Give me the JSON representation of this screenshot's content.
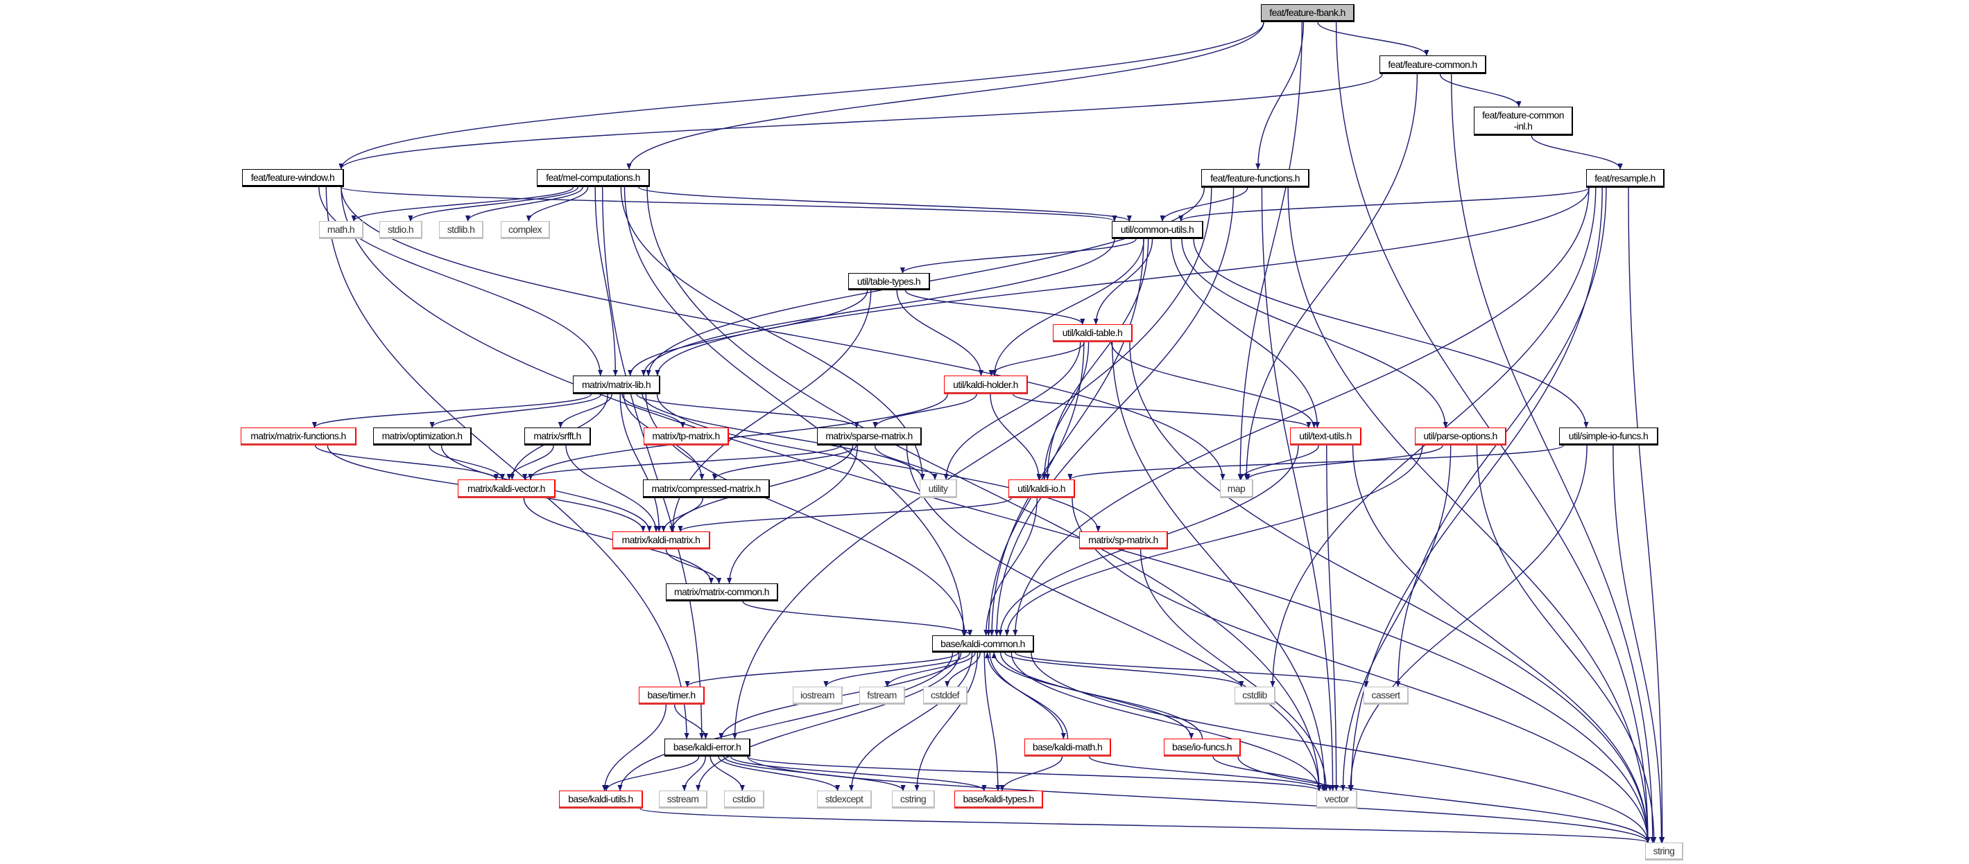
{
  "graph": {
    "colors": {
      "edge": "#191970",
      "node_border": "#000000",
      "missing_border": "#ff0000",
      "system_border": "#bfbfbf",
      "root_fill": "#bfbfbf"
    },
    "nodes": [
      {
        "id": "fbank",
        "label": "feat/feature-fbank.h",
        "kind": "root"
      },
      {
        "id": "fcommon",
        "label": "feat/feature-common.h",
        "kind": "normal"
      },
      {
        "id": "fcommoninl",
        "label": "feat/feature-common\n-inl.h",
        "kind": "normal"
      },
      {
        "id": "fwindow",
        "label": "feat/feature-window.h",
        "kind": "normal"
      },
      {
        "id": "mel",
        "label": "feat/mel-computations.h",
        "kind": "normal"
      },
      {
        "id": "ffunc",
        "label": "feat/feature-functions.h",
        "kind": "normal"
      },
      {
        "id": "resample",
        "label": "feat/resample.h",
        "kind": "normal"
      },
      {
        "id": "mathh",
        "label": "math.h",
        "kind": "system"
      },
      {
        "id": "stdioh",
        "label": "stdio.h",
        "kind": "system"
      },
      {
        "id": "stdlibh",
        "label": "stdlib.h",
        "kind": "system"
      },
      {
        "id": "complex",
        "label": "complex",
        "kind": "system"
      },
      {
        "id": "commonutils",
        "label": "util/common-utils.h",
        "kind": "normal"
      },
      {
        "id": "tabletypes",
        "label": "util/table-types.h",
        "kind": "normal"
      },
      {
        "id": "kalditable",
        "label": "util/kaldi-table.h",
        "kind": "incomplete"
      },
      {
        "id": "matrixlib",
        "label": "matrix/matrix-lib.h",
        "kind": "normal"
      },
      {
        "id": "kaldiholder",
        "label": "util/kaldi-holder.h",
        "kind": "incomplete"
      },
      {
        "id": "mfunctions",
        "label": "matrix/matrix-functions.h",
        "kind": "incomplete"
      },
      {
        "id": "optimization",
        "label": "matrix/optimization.h",
        "kind": "normal"
      },
      {
        "id": "srfft",
        "label": "matrix/srfft.h",
        "kind": "normal"
      },
      {
        "id": "tpmatrix",
        "label": "matrix/tp-matrix.h",
        "kind": "incomplete"
      },
      {
        "id": "sparse",
        "label": "matrix/sparse-matrix.h",
        "kind": "normal"
      },
      {
        "id": "textutils",
        "label": "util/text-utils.h",
        "kind": "incomplete"
      },
      {
        "id": "parseoptions",
        "label": "util/parse-options.h",
        "kind": "incomplete"
      },
      {
        "id": "simpleio",
        "label": "util/simple-io-funcs.h",
        "kind": "normal"
      },
      {
        "id": "kaldivector",
        "label": "matrix/kaldi-vector.h",
        "kind": "incomplete"
      },
      {
        "id": "compressed",
        "label": "matrix/compressed-matrix.h",
        "kind": "normal"
      },
      {
        "id": "utility",
        "label": "utility",
        "kind": "system"
      },
      {
        "id": "kaldiio",
        "label": "util/kaldi-io.h",
        "kind": "incomplete"
      },
      {
        "id": "map",
        "label": "map",
        "kind": "system"
      },
      {
        "id": "kaldimatrix",
        "label": "matrix/kaldi-matrix.h",
        "kind": "incomplete"
      },
      {
        "id": "spmatrix",
        "label": "matrix/sp-matrix.h",
        "kind": "incomplete"
      },
      {
        "id": "matrixcommon",
        "label": "matrix/matrix-common.h",
        "kind": "normal"
      },
      {
        "id": "kaldicommon",
        "label": "base/kaldi-common.h",
        "kind": "normal"
      },
      {
        "id": "timer",
        "label": "base/timer.h",
        "kind": "incomplete"
      },
      {
        "id": "iostream",
        "label": "iostream",
        "kind": "system"
      },
      {
        "id": "fstream",
        "label": "fstream",
        "kind": "system"
      },
      {
        "id": "cstddef",
        "label": "cstddef",
        "kind": "system"
      },
      {
        "id": "cstdlib",
        "label": "cstdlib",
        "kind": "system"
      },
      {
        "id": "cassert",
        "label": "cassert",
        "kind": "system"
      },
      {
        "id": "kaldierror",
        "label": "base/kaldi-error.h",
        "kind": "normal"
      },
      {
        "id": "kaldimath",
        "label": "base/kaldi-math.h",
        "kind": "incomplete"
      },
      {
        "id": "iofuncs",
        "label": "base/io-funcs.h",
        "kind": "incomplete"
      },
      {
        "id": "kaldiutils",
        "label": "base/kaldi-utils.h",
        "kind": "incomplete"
      },
      {
        "id": "sstream",
        "label": "sstream",
        "kind": "system"
      },
      {
        "id": "cstdio",
        "label": "cstdio",
        "kind": "system"
      },
      {
        "id": "stdexcept",
        "label": "stdexcept",
        "kind": "system"
      },
      {
        "id": "cstring",
        "label": "cstring",
        "kind": "system"
      },
      {
        "id": "kalditypes",
        "label": "base/kaldi-types.h",
        "kind": "incomplete"
      },
      {
        "id": "vector",
        "label": "vector",
        "kind": "system"
      },
      {
        "id": "string",
        "label": "string",
        "kind": "system"
      }
    ],
    "edges": [
      [
        "fbank",
        "fwindow"
      ],
      [
        "fbank",
        "mel"
      ],
      [
        "fbank",
        "ffunc"
      ],
      [
        "fbank",
        "map"
      ],
      [
        "fbank",
        "fcommon"
      ],
      [
        "fbank",
        "string"
      ],
      [
        "fcommon",
        "fwindow"
      ],
      [
        "fcommon",
        "fcommoninl"
      ],
      [
        "fcommon",
        "map"
      ],
      [
        "fcommon",
        "string"
      ],
      [
        "fcommoninl",
        "resample"
      ],
      [
        "fwindow",
        "commonutils"
      ],
      [
        "fwindow",
        "matrixlib"
      ],
      [
        "fwindow",
        "string"
      ],
      [
        "fwindow",
        "kaldierror"
      ],
      [
        "fwindow",
        "map"
      ],
      [
        "mel",
        "mathh"
      ],
      [
        "mel",
        "stdioh"
      ],
      [
        "mel",
        "stdlibh"
      ],
      [
        "mel",
        "complex"
      ],
      [
        "mel",
        "matrixlib"
      ],
      [
        "mel",
        "commonutils"
      ],
      [
        "mel",
        "utility"
      ],
      [
        "mel",
        "vector"
      ],
      [
        "mel",
        "kaldicommon"
      ],
      [
        "mel",
        "kaldierror"
      ],
      [
        "ffunc",
        "commonutils"
      ],
      [
        "ffunc",
        "matrixlib"
      ],
      [
        "ffunc",
        "kaldierror"
      ],
      [
        "ffunc",
        "vector"
      ],
      [
        "ffunc",
        "string"
      ],
      [
        "ffunc",
        "kaldicommon"
      ],
      [
        "resample",
        "commonutils"
      ],
      [
        "resample",
        "matrixlib"
      ],
      [
        "resample",
        "kaldicommon"
      ],
      [
        "resample",
        "cstdlib"
      ],
      [
        "resample",
        "cassert"
      ],
      [
        "resample",
        "vector"
      ],
      [
        "resample",
        "string"
      ],
      [
        "commonutils",
        "tabletypes"
      ],
      [
        "commonutils",
        "kaldiholder"
      ],
      [
        "commonutils",
        "kalditable"
      ],
      [
        "commonutils",
        "kaldiio"
      ],
      [
        "commonutils",
        "textutils"
      ],
      [
        "commonutils",
        "parseoptions"
      ],
      [
        "commonutils",
        "simpleio"
      ],
      [
        "commonutils",
        "kaldicommon"
      ],
      [
        "commonutils",
        "matrixlib"
      ],
      [
        "tabletypes",
        "matrixlib"
      ],
      [
        "tabletypes",
        "kaldiholder"
      ],
      [
        "tabletypes",
        "kalditable"
      ],
      [
        "tabletypes",
        "kaldimatrix"
      ],
      [
        "kalditable",
        "kaldiholder"
      ],
      [
        "kalditable",
        "kaldiio"
      ],
      [
        "kalditable",
        "utility"
      ],
      [
        "kalditable",
        "kaldicommon"
      ],
      [
        "kalditable",
        "vector"
      ],
      [
        "kalditable",
        "string"
      ],
      [
        "kalditable",
        "textutils"
      ],
      [
        "kaldiholder",
        "kaldiio"
      ],
      [
        "kaldiholder",
        "sparse"
      ],
      [
        "kaldiholder",
        "kaldivector"
      ],
      [
        "kaldiholder",
        "textutils"
      ],
      [
        "matrixlib",
        "mfunctions"
      ],
      [
        "matrixlib",
        "optimization"
      ],
      [
        "matrixlib",
        "srfft"
      ],
      [
        "matrixlib",
        "tpmatrix"
      ],
      [
        "matrixlib",
        "sparse"
      ],
      [
        "matrixlib",
        "kaldivector"
      ],
      [
        "matrixlib",
        "kaldimatrix"
      ],
      [
        "matrixlib",
        "compressed"
      ],
      [
        "matrixlib",
        "spmatrix"
      ],
      [
        "matrixlib",
        "kaldicommon"
      ],
      [
        "matrixlib",
        "utility"
      ],
      [
        "mfunctions",
        "kaldivector"
      ],
      [
        "mfunctions",
        "kaldimatrix"
      ],
      [
        "optimization",
        "kaldivector"
      ],
      [
        "optimization",
        "kaldimatrix"
      ],
      [
        "srfft",
        "kaldivector"
      ],
      [
        "srfft",
        "kaldimatrix"
      ],
      [
        "sparse",
        "kaldivector"
      ],
      [
        "sparse",
        "compressed"
      ],
      [
        "sparse",
        "kaldimatrix"
      ],
      [
        "sparse",
        "matrixcommon"
      ],
      [
        "sparse",
        "utility"
      ],
      [
        "sparse",
        "vector"
      ],
      [
        "kaldivector",
        "matrixcommon"
      ],
      [
        "compressed",
        "kaldimatrix"
      ],
      [
        "kaldimatrix",
        "matrixcommon"
      ],
      [
        "matrixcommon",
        "kaldicommon"
      ],
      [
        "kaldiio",
        "kaldimatrix"
      ],
      [
        "kaldiio",
        "kaldicommon"
      ],
      [
        "kaldiio",
        "string"
      ],
      [
        "spmatrix",
        "vector"
      ],
      [
        "textutils",
        "map"
      ],
      [
        "textutils",
        "kaldicommon"
      ],
      [
        "textutils",
        "vector"
      ],
      [
        "textutils",
        "string"
      ],
      [
        "parseoptions",
        "map"
      ],
      [
        "parseoptions",
        "kaldicommon"
      ],
      [
        "parseoptions",
        "vector"
      ],
      [
        "parseoptions",
        "string"
      ],
      [
        "simpleio",
        "kaldiio"
      ],
      [
        "simpleio",
        "vector"
      ],
      [
        "simpleio",
        "string"
      ],
      [
        "kaldicommon",
        "timer"
      ],
      [
        "kaldicommon",
        "kaldierror"
      ],
      [
        "kaldicommon",
        "iostream"
      ],
      [
        "kaldicommon",
        "fstream"
      ],
      [
        "kaldicommon",
        "cstddef"
      ],
      [
        "kaldicommon",
        "cstdlib"
      ],
      [
        "kaldicommon",
        "cassert"
      ],
      [
        "kaldicommon",
        "kaldimath"
      ],
      [
        "kaldicommon",
        "iofuncs"
      ],
      [
        "kaldicommon",
        "kaldiutils"
      ],
      [
        "kaldicommon",
        "sstream"
      ],
      [
        "kaldicommon",
        "stdexcept"
      ],
      [
        "kaldicommon",
        "cstring"
      ],
      [
        "kaldicommon",
        "kalditypes"
      ],
      [
        "kaldicommon",
        "vector"
      ],
      [
        "kaldicommon",
        "string"
      ],
      [
        "timer",
        "kaldierror"
      ],
      [
        "timer",
        "kaldiutils"
      ],
      [
        "kaldierror",
        "kaldiutils"
      ],
      [
        "kaldierror",
        "sstream"
      ],
      [
        "kaldierror",
        "cstdio"
      ],
      [
        "kaldierror",
        "stdexcept"
      ],
      [
        "kaldierror",
        "cstring"
      ],
      [
        "kaldierror",
        "kalditypes"
      ],
      [
        "kaldierror",
        "vector"
      ],
      [
        "kaldierror",
        "string"
      ],
      [
        "kaldimath",
        "kaldicommon"
      ],
      [
        "kaldimath",
        "kalditypes"
      ],
      [
        "kaldimath",
        "vector"
      ],
      [
        "iofuncs",
        "kaldicommon"
      ],
      [
        "iofuncs",
        "vector"
      ],
      [
        "iofuncs",
        "string"
      ],
      [
        "kaldiutils",
        "string"
      ]
    ]
  }
}
